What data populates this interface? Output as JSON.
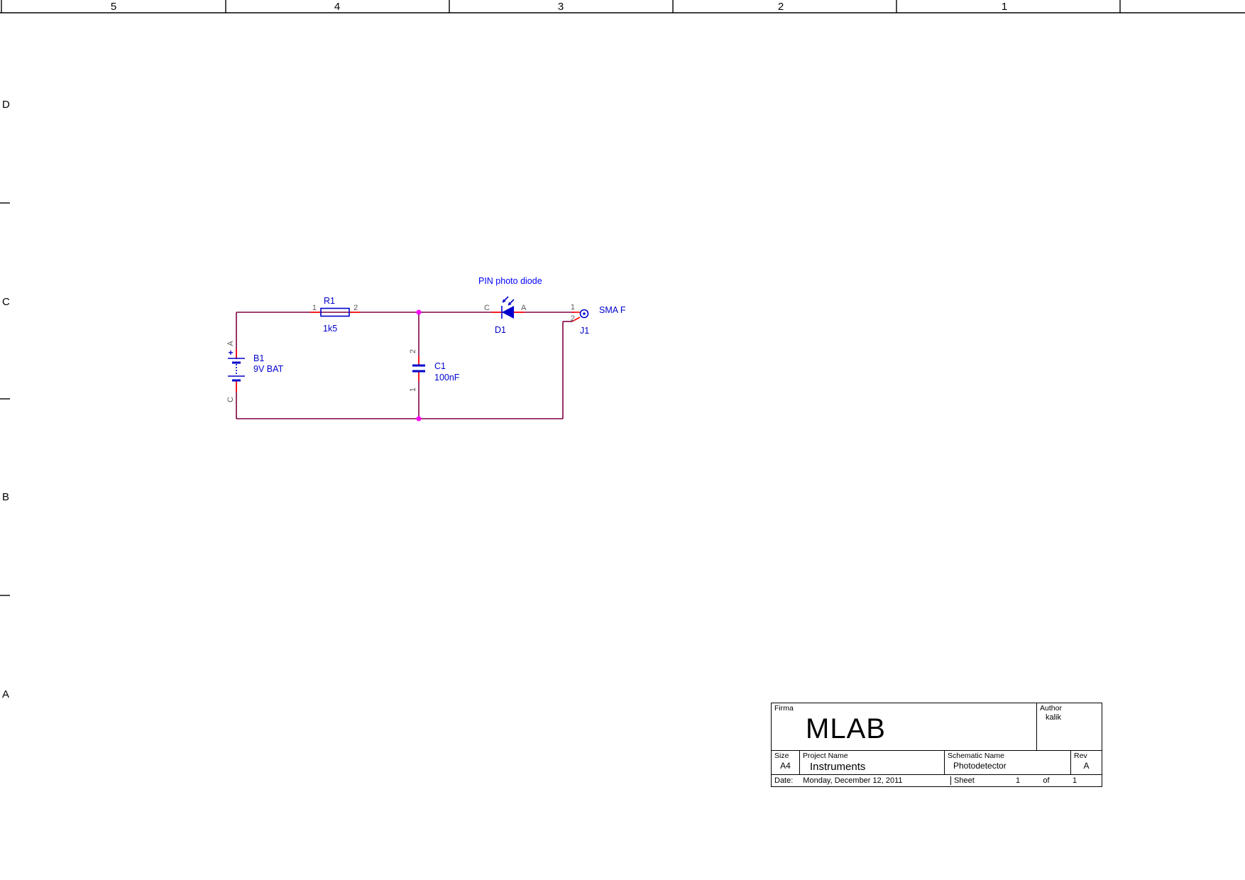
{
  "colors": {
    "wire": "#800040",
    "pin": "#ff0000",
    "symbol": "#0000cc",
    "junction": "#ff00ff",
    "annotation": "#0000ff",
    "pin_text": "#595959",
    "frame": "#000000"
  },
  "frame": {
    "columns": [
      "5",
      "4",
      "3",
      "2",
      "1"
    ],
    "rows": [
      "D",
      "C",
      "B",
      "A"
    ]
  },
  "circuit": {
    "b1": {
      "ref": "B1",
      "value": "9V BAT",
      "pin_a": "A",
      "pin_c": "C",
      "plus": "+"
    },
    "r1": {
      "ref": "R1",
      "value": "1k5",
      "pin1": "1",
      "pin2": "2"
    },
    "c1": {
      "ref": "C1",
      "value": "100nF",
      "pin1": "1",
      "pin2": "2"
    },
    "d1": {
      "ref": "D1",
      "pin_c": "C",
      "pin_a": "A",
      "annotation": "PIN photo diode"
    },
    "j1": {
      "ref": "J1",
      "label": "SMA F",
      "pin1": "1",
      "pin2": "2"
    }
  },
  "title_block": {
    "firma_label": "Firma",
    "firma": "MLAB",
    "author_label": "Author",
    "author": "kalik",
    "size_label": "Size",
    "size": "A4",
    "project_label": "Project Name",
    "project": "Instruments",
    "schematic_label": "Schematic Name",
    "schematic": "Photodetector",
    "rev_label": "Rev",
    "rev": "A",
    "date_label": "Date:",
    "date": "Monday, December 12, 2011",
    "sheet_label": "Sheet",
    "sheet_number": "1",
    "of_label": "of",
    "sheet_total": "1"
  }
}
